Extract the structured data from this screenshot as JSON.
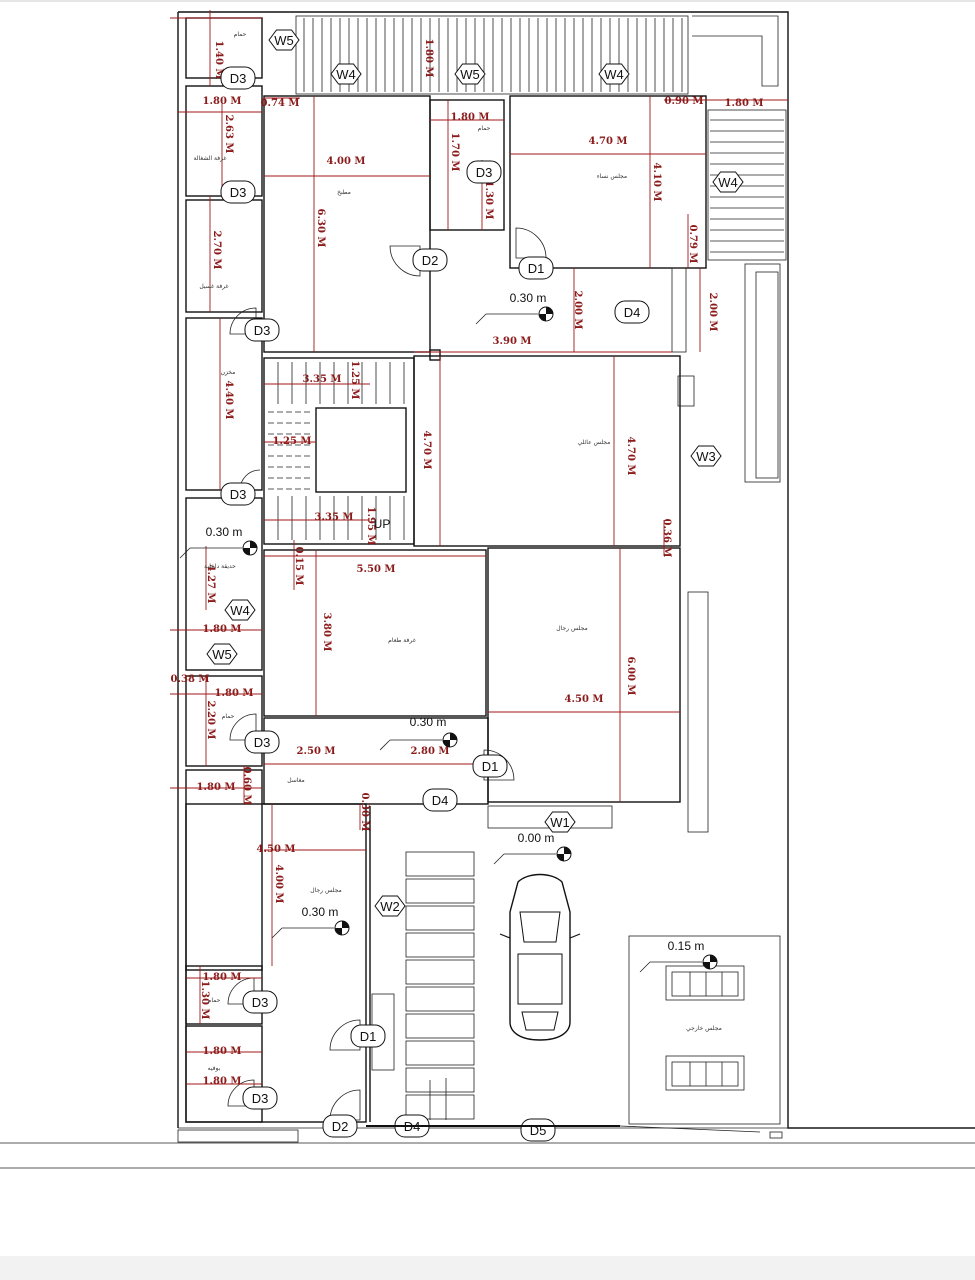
{
  "tags": {
    "W1": "W1",
    "W2": "W2",
    "W3": "W3",
    "W4": "W4",
    "W5": "W5",
    "D1": "D1",
    "D2": "D2",
    "D3": "D3",
    "D4": "D4",
    "D5": "D5",
    "UP": "UP"
  },
  "levels": {
    "l030": "0.30 m",
    "l000": "0.00 m",
    "l015": "0.15 m"
  },
  "dims": {
    "d140": "1.40 M",
    "d180": "1.80 M",
    "d074": "0.74 M",
    "d263": "2.63 M",
    "d270": "2.70 M",
    "d440": "4.40 M",
    "d400": "4.00 M",
    "d630": "6.30 M",
    "d170": "1.70 M",
    "d130": "1.30 M",
    "d470": "4.70 M",
    "d410": "4.10 M",
    "d090": "0.90 M",
    "d079": "0.79 M",
    "d200": "2.00 M",
    "d390": "3.90 M",
    "d335": "3.35 M",
    "d125": "1.25 M",
    "d015": "0.15 M",
    "d550": "5.50 M",
    "d380": "3.80 M",
    "d600": "6.00 M",
    "d450": "4.50 M",
    "d250": "2.50 M",
    "d280": "2.80 M",
    "d220": "2.20 M",
    "d427": "4.27 M",
    "d038": "0.38 M",
    "d060": "0.60 M",
    "d030": "0.30 M",
    "d036": "0.36 M",
    "d195": "1.95 M",
    "d180s": "1.80 M"
  },
  "rooms": {
    "bath1": "حمام",
    "maid": "غرفة الشغالة",
    "laundry": "غرفة غسيل",
    "store": "مخزن",
    "kitchen": "مطبخ",
    "bath2": "حمام",
    "women": "مجلس نساء",
    "family": "مجلس عائلي",
    "garden": "حديقة داخلية",
    "dining": "غرفة طعام",
    "men": "مجلس رجال",
    "bath3": "حمام",
    "wash": "مغاسل",
    "men2": "مجلس رجال",
    "bath4": "حمام",
    "buffet": "بوفيه",
    "outdoor": "مجلس خارجي"
  }
}
